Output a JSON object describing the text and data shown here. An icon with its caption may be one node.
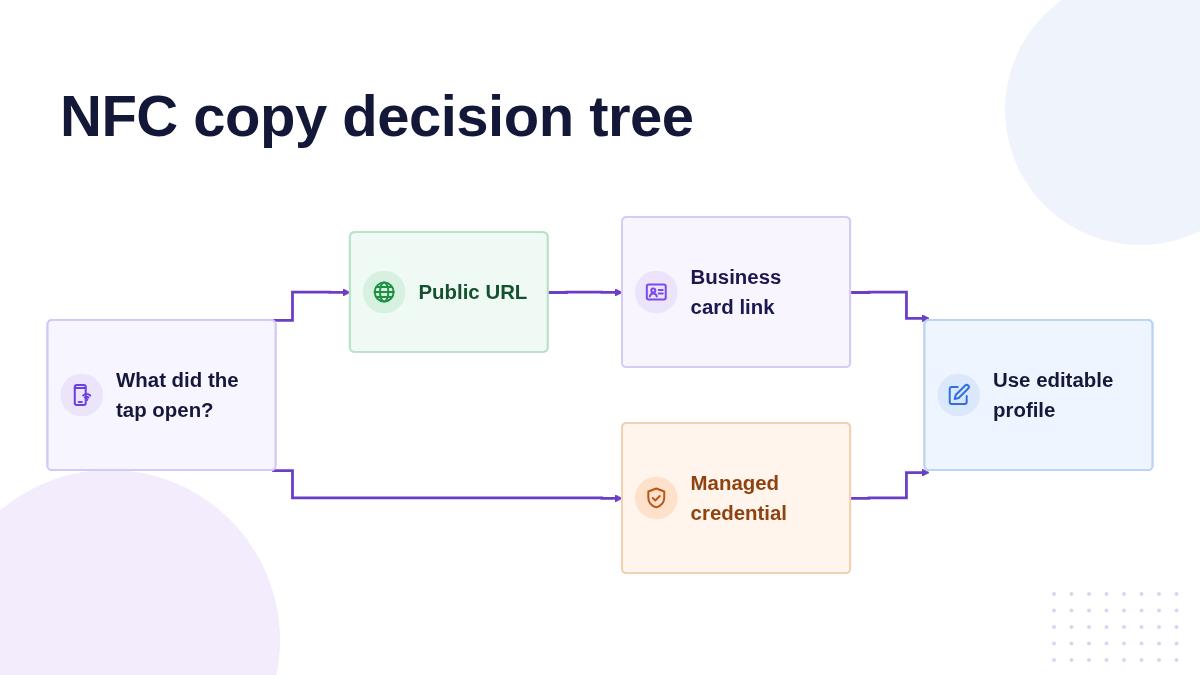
{
  "diagram": {
    "title": "NFC copy decision tree",
    "nodes": [
      {
        "text": [
          "What did the tap open?"
        ]
      },
      {
        "text": [
          "Public URL"
        ]
      },
      {
        "text": [
          "Managed credential"
        ]
      },
      {
        "text": [
          "Business card link"
        ]
      },
      {
        "text": [
          "Use editable profile"
        ]
      }
    ],
    "edges": [
      {
        "from": 0,
        "to": 1,
        "arrow": "to"
      },
      {
        "from": 0,
        "to": 2,
        "arrow": "to"
      },
      {
        "from": 1,
        "to": 3,
        "arrow": "to"
      },
      {
        "from": 3,
        "to": 4,
        "arrow": "to"
      },
      {
        "from": 2,
        "to": 4,
        "arrow": "to"
      }
    ]
  }
}
